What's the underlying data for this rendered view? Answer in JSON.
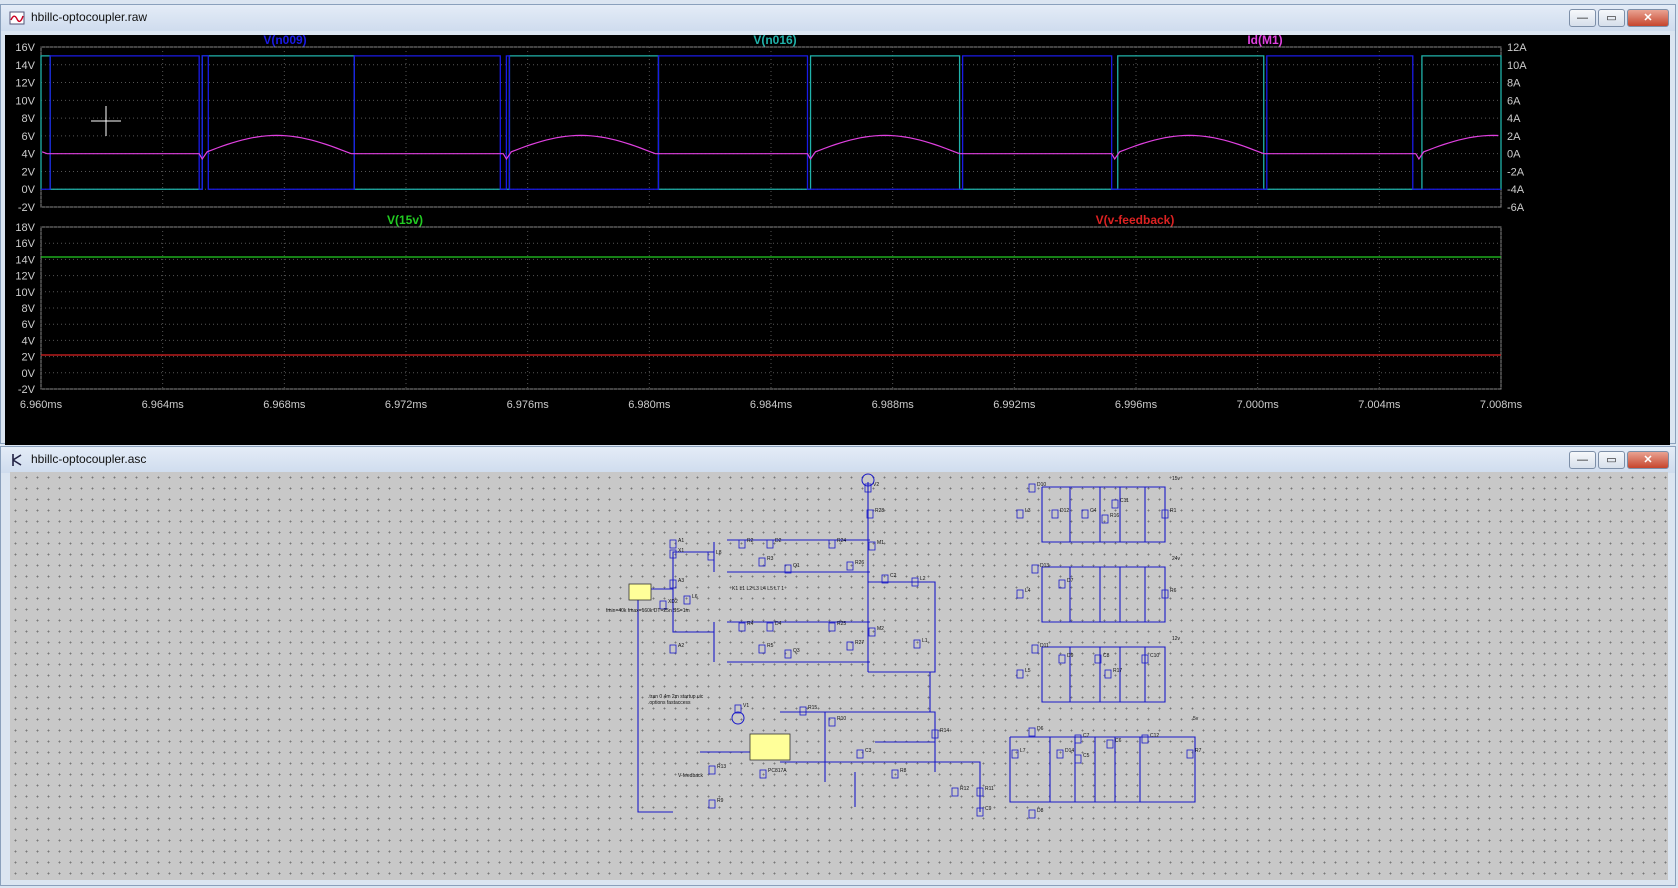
{
  "waveform_window": {
    "title": "hbillc-optocoupler.raw",
    "buttons": {
      "minimize": "—",
      "maximize": "▭",
      "close": "✕"
    }
  },
  "schematic_window": {
    "title": "hbillc-optocoupler.asc",
    "buttons": {
      "minimize": "—",
      "maximize": "▭",
      "close": "✕"
    }
  },
  "pane1": {
    "traces": [
      {
        "name": "V(n009)",
        "color": "#1a1ae6"
      },
      {
        "name": "V(n016)",
        "color": "#20b2aa"
      },
      {
        "name": "Id(M1)",
        "color": "#e040e0"
      }
    ],
    "y_left_ticks": [
      "16V",
      "14V",
      "12V",
      "10V",
      "8V",
      "6V",
      "4V",
      "2V",
      "0V",
      "-2V"
    ],
    "y_right_ticks": [
      "12A",
      "10A",
      "8A",
      "6A",
      "4A",
      "2A",
      "0A",
      "-2A",
      "-4A",
      "-6A"
    ]
  },
  "pane2": {
    "traces": [
      {
        "name": "V(15v)",
        "color": "#22cc22"
      },
      {
        "name": "V(v-feedback)",
        "color": "#dd2222"
      }
    ],
    "y_ticks": [
      "18V",
      "16V",
      "14V",
      "12V",
      "10V",
      "8V",
      "6V",
      "4V",
      "2V",
      "0V",
      "-2V"
    ]
  },
  "x_ticks": [
    "6.960ms",
    "6.964ms",
    "6.968ms",
    "6.972ms",
    "6.976ms",
    "6.980ms",
    "6.984ms",
    "6.988ms",
    "6.992ms",
    "6.996ms",
    "7.000ms",
    "7.004ms",
    "7.008ms"
  ],
  "chart_data": [
    {
      "type": "line",
      "title": "",
      "x_unit": "ms",
      "xlim": [
        6.96,
        7.008
      ],
      "ylim_left": [
        -2,
        16
      ],
      "ylim_right": [
        -6,
        12
      ],
      "grid": true,
      "series": [
        {
          "name": "V(n009)",
          "axis": "left",
          "shape": "square",
          "low": 0,
          "high": 15,
          "period_ms": 0.01,
          "high_intervals": [
            [
              6.9603,
              6.9652
            ],
            [
              6.9653,
              6.9655
            ],
            [
              6.9703,
              6.9751
            ],
            [
              6.9753,
              6.9754
            ],
            [
              6.9803,
              6.9852
            ],
            [
              6.9903,
              6.9952
            ],
            [
              7.0003,
              7.0051
            ]
          ]
        },
        {
          "name": "V(n016)",
          "axis": "left",
          "shape": "square",
          "low": 0,
          "high": 15,
          "high_intervals": [
            [
              6.96,
              6.9603
            ],
            [
              6.9653,
              6.9703
            ],
            [
              6.9754,
              6.9803
            ],
            [
              6.9853,
              6.9902
            ],
            [
              6.9954,
              7.0002
            ],
            [
              7.0054,
              7.008
            ]
          ]
        },
        {
          "name": "Id(M1)",
          "axis": "right",
          "values_A": {
            "flat": 0,
            "peak": 2.1,
            "step_low": -0.6
          },
          "peak_times_ms": [
            6.9681,
            6.9781,
            6.9881,
            6.9981
          ],
          "plateau_start_ms": [
            6.96,
            6.9712,
            6.9812,
            6.9912,
            7.0012
          ]
        }
      ]
    },
    {
      "type": "line",
      "title": "",
      "x_unit": "ms",
      "xlim": [
        6.96,
        7.008
      ],
      "ylim": [
        -2,
        18
      ],
      "grid": true,
      "series": [
        {
          "name": "V(15v)",
          "y": 14.3
        },
        {
          "name": "V(v-feedback)",
          "y": 2.2
        }
      ]
    }
  ],
  "schematic": {
    "labels": [
      "U1",
      "XD2",
      "L6",
      "L8",
      "R2",
      "D2",
      "Q1",
      "R24",
      "M1",
      "R26",
      "C2",
      "L2",
      "L1",
      "R4",
      "D4",
      "Q3",
      "R25",
      "M2",
      "R27",
      "R3",
      "R5",
      "V2",
      "R28",
      "U2",
      "PC817A",
      "R15",
      "R10",
      "R14",
      "R8",
      "R12",
      "R11",
      "C9",
      "R13",
      "R9",
      "C3",
      "D6",
      "D8",
      "C7",
      "R1",
      "D10",
      "D12",
      "C4",
      "C11",
      "R16",
      "D13",
      "D7",
      "R6",
      "D11",
      "D9",
      "C8",
      "C10",
      "R17",
      "D14",
      "C5",
      "C6",
      "L3",
      "L4",
      "L5",
      "L7",
      "R7",
      "C12",
      "V1",
      "X1",
      "A1",
      "A2",
      "A3",
      "V-feedback",
      "15v",
      "24v",
      "12v",
      "5v"
    ],
    "note": ".tran 0 4m 2m startup uic\n.options fastaccess",
    "param_line": "fmin=40k fmax=160k DT=25n SS=1m",
    "kline": "K1 L1 L2 L3 L4 L5 L7 1"
  }
}
